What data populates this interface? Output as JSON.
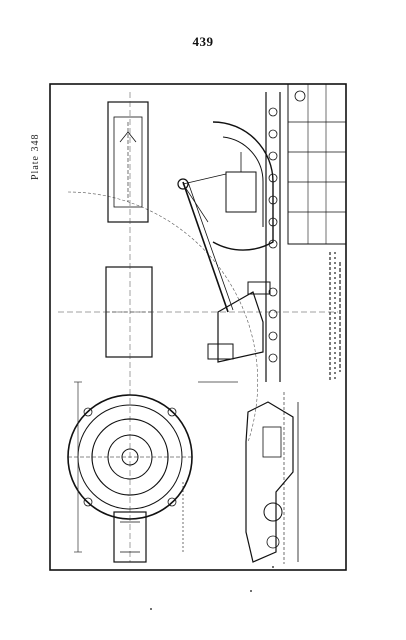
{
  "page": {
    "number": "439",
    "plate_label": "Plate 348"
  },
  "drawing": {
    "description_label": "engineering-drawing"
  }
}
